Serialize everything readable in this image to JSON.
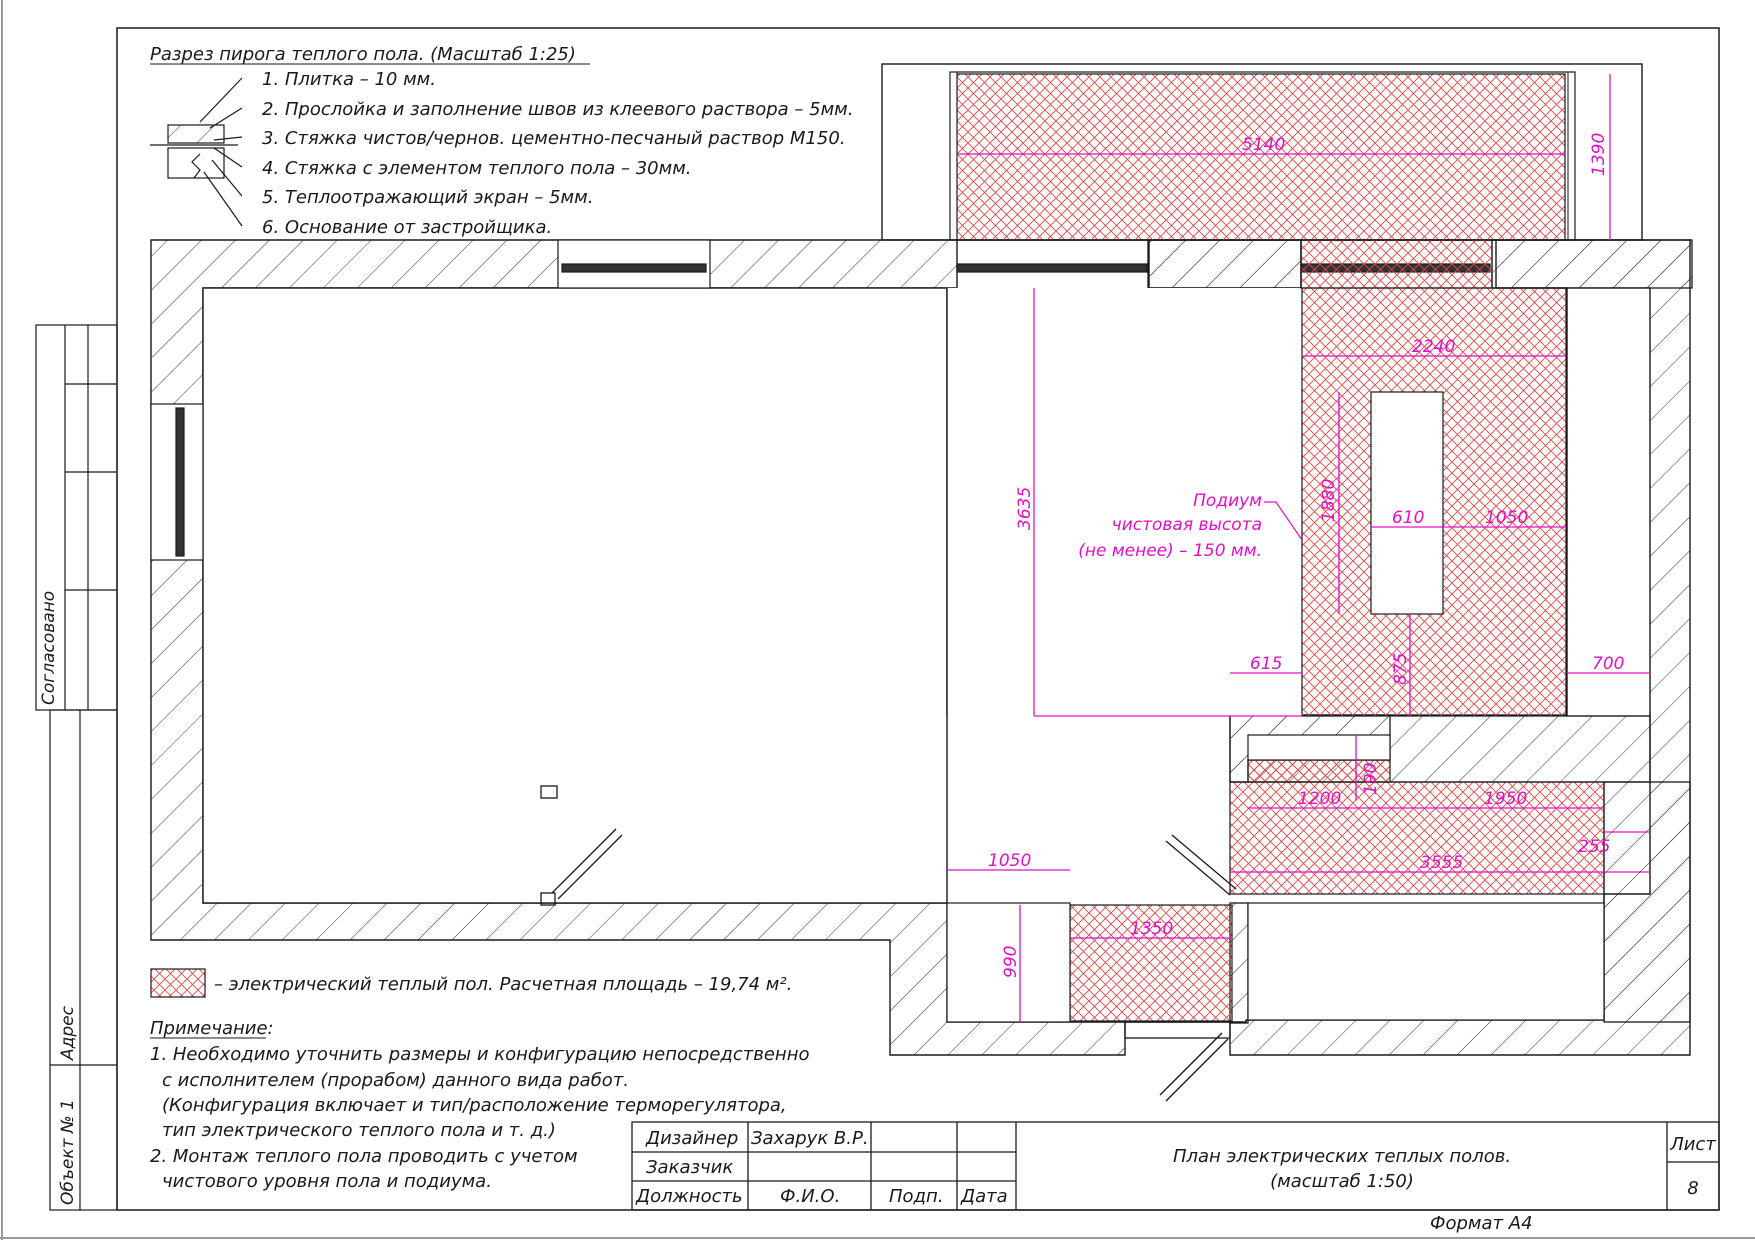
{
  "section_title": "Разрез пирога теплого пола. (Масштаб 1:25)",
  "layers": [
    "1. Плитка – 10 мм.",
    "2. Прослойка и заполнение швов из клеевого раствора – 5мм.",
    "3. Стяжка чистов/чернов. цементно-песчаный раствор М150.",
    "4. Стяжка с элементом теплого пола – 30мм.",
    "5. Теплоотражающий экран – 5мм.",
    "6. Основание от застройщика."
  ],
  "dimensions": {
    "d5140": "5140",
    "d1390": "1390",
    "d2240": "2240",
    "d3635": "3635",
    "d1880": "1880",
    "d610": "610",
    "d1050a": "1050",
    "d875": "875",
    "d615": "615",
    "d700": "700",
    "d190": "190",
    "d1200": "1200",
    "d1950": "1950",
    "d255": "255",
    "d3555": "3555",
    "d1050b": "1050",
    "d1350": "1350",
    "d990": "990"
  },
  "podium_note": [
    "Подиум",
    "чистовая высота",
    "(не менее) – 150 мм."
  ],
  "legend_text": "– электрический теплый пол. Расчетная площадь – 19,74 м².",
  "notes_title": "Примечание:",
  "notes": [
    "1. Необходимо уточнить размеры и конфигурацию непосредственно",
    "с исполнителем (прорабом) данного вида работ.",
    "(Конфигурация включает и тип/расположение терморегулятора,",
    "тип электрического теплого пола и т. д.)",
    "2. Монтаж теплого пола проводить с учетом",
    "чистового уровня пола и подиума."
  ],
  "side_labels": {
    "agreed": "Согласовано",
    "address": "Адрес",
    "object": "Объект № 1"
  },
  "title_block": {
    "designer_label": "Дизайнер",
    "designer_name": "Захарук В.Р.",
    "customer_label": "Заказчик",
    "position_label": "Должность",
    "fio_label": "Ф.И.О.",
    "sign_label": "Подп.",
    "date_label": "Дата",
    "title_line1": "План электрических теплых полов.",
    "title_line2": "(масштаб 1:50)",
    "sheet_label": "Лист",
    "sheet_number": "8"
  },
  "format_label": "Формат А4",
  "colors": {
    "line": "#1a1a1a",
    "dimension": "#e010c8",
    "heated_floor": "#e04848"
  }
}
